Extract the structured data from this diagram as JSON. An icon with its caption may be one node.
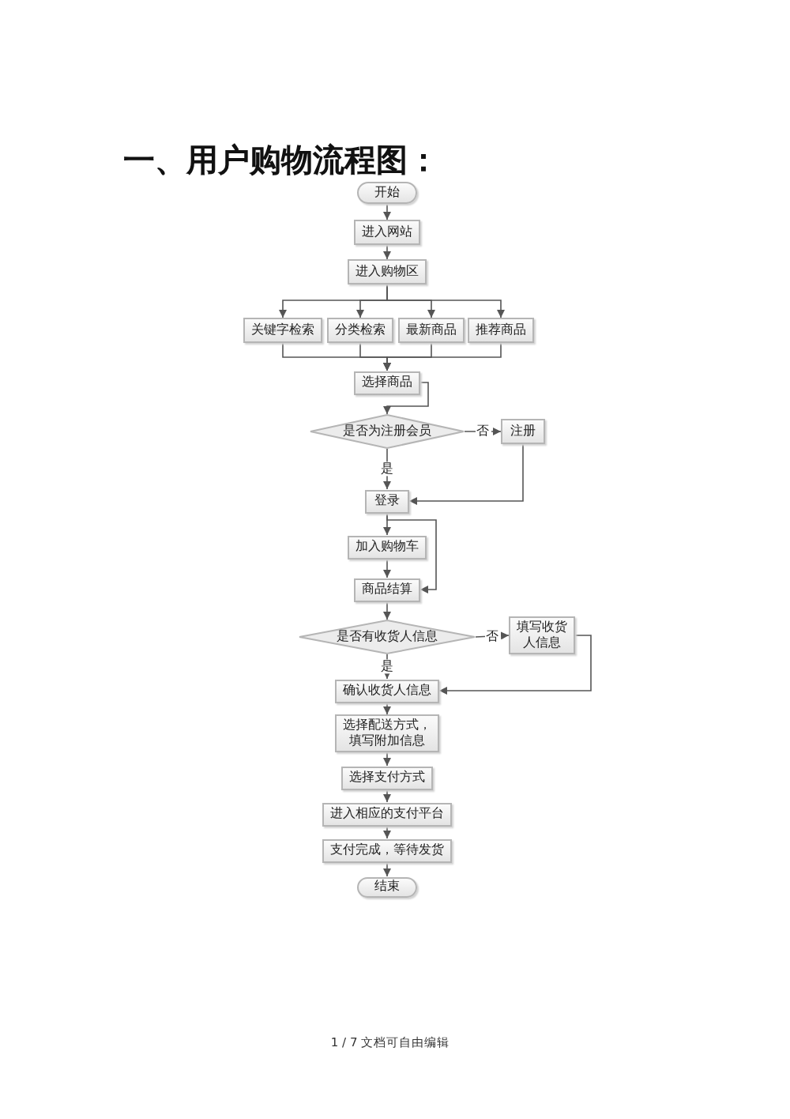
{
  "diagram": {
    "title": "一、用户购物流程图：",
    "nodes": [
      {
        "text": [
          "开始"
        ]
      },
      {
        "text": [
          "进入网站"
        ]
      },
      {
        "text": [
          "进入购物区"
        ]
      },
      {
        "text": [
          "关键字检索"
        ]
      },
      {
        "text": [
          "分类检索"
        ]
      },
      {
        "text": [
          "最新商品"
        ]
      },
      {
        "text": [
          "推荐商品"
        ]
      },
      {
        "text": [
          "选择商品"
        ]
      },
      {
        "text": [
          "是否为注册会员"
        ]
      },
      {
        "text": [
          "注册"
        ]
      },
      {
        "text": [
          "登录"
        ]
      },
      {
        "text": [
          "加入购物车"
        ]
      },
      {
        "text": [
          "商品结算"
        ]
      },
      {
        "text": [
          "是否有收货人信息"
        ]
      },
      {
        "text": [
          "填写收货人信息"
        ]
      },
      {
        "text": [
          "确认收货人信息"
        ]
      },
      {
        "text": [
          "选择配送方式，填写附加信息"
        ]
      },
      {
        "text": [
          "选择支付方式"
        ]
      },
      {
        "text": [
          "进入相应的支付平台"
        ]
      },
      {
        "text": [
          "支付完成，等待发货"
        ]
      },
      {
        "text": [
          "结束"
        ]
      }
    ],
    "edges": [
      {
        "from": 0,
        "to": 1,
        "arrow": "to"
      },
      {
        "from": 1,
        "to": 2,
        "arrow": "to"
      },
      {
        "from": 2,
        "to": 3,
        "arrow": "to"
      },
      {
        "from": 2,
        "to": 4,
        "arrow": "to"
      },
      {
        "from": 2,
        "to": 5,
        "arrow": "to"
      },
      {
        "from": 2,
        "to": 6,
        "arrow": "to"
      },
      {
        "from": 3,
        "to": 7,
        "arrow": "to"
      },
      {
        "from": 4,
        "to": 7,
        "arrow": "to"
      },
      {
        "from": 5,
        "to": 7,
        "arrow": "to"
      },
      {
        "from": 6,
        "to": 7,
        "arrow": "to"
      },
      {
        "from": 7,
        "to": 8,
        "arrow": "to"
      },
      {
        "from": 8,
        "to": 9,
        "arrow": "to",
        "label": "否"
      },
      {
        "from": 8,
        "to": 10,
        "arrow": "to",
        "label": "是"
      },
      {
        "from": 9,
        "to": 10,
        "arrow": "to"
      },
      {
        "from": 10,
        "to": 11,
        "arrow": "to"
      },
      {
        "from": 10,
        "to": 12,
        "arrow": "to"
      },
      {
        "from": 11,
        "to": 12,
        "arrow": "to"
      },
      {
        "from": 12,
        "to": 13,
        "arrow": "to"
      },
      {
        "from": 13,
        "to": 14,
        "arrow": "to",
        "label": "否"
      },
      {
        "from": 13,
        "to": 15,
        "arrow": "to",
        "label": "是"
      },
      {
        "from": 14,
        "to": 15,
        "arrow": "to"
      },
      {
        "from": 15,
        "to": 16,
        "arrow": "to"
      },
      {
        "from": 16,
        "to": 17,
        "arrow": "to"
      },
      {
        "from": 17,
        "to": 18,
        "arrow": "to"
      },
      {
        "from": 18,
        "to": 19,
        "arrow": "to"
      },
      {
        "from": 19,
        "to": 20,
        "arrow": "to"
      }
    ],
    "labels": [
      "1 / 7 文档可自由编辑"
    ]
  }
}
